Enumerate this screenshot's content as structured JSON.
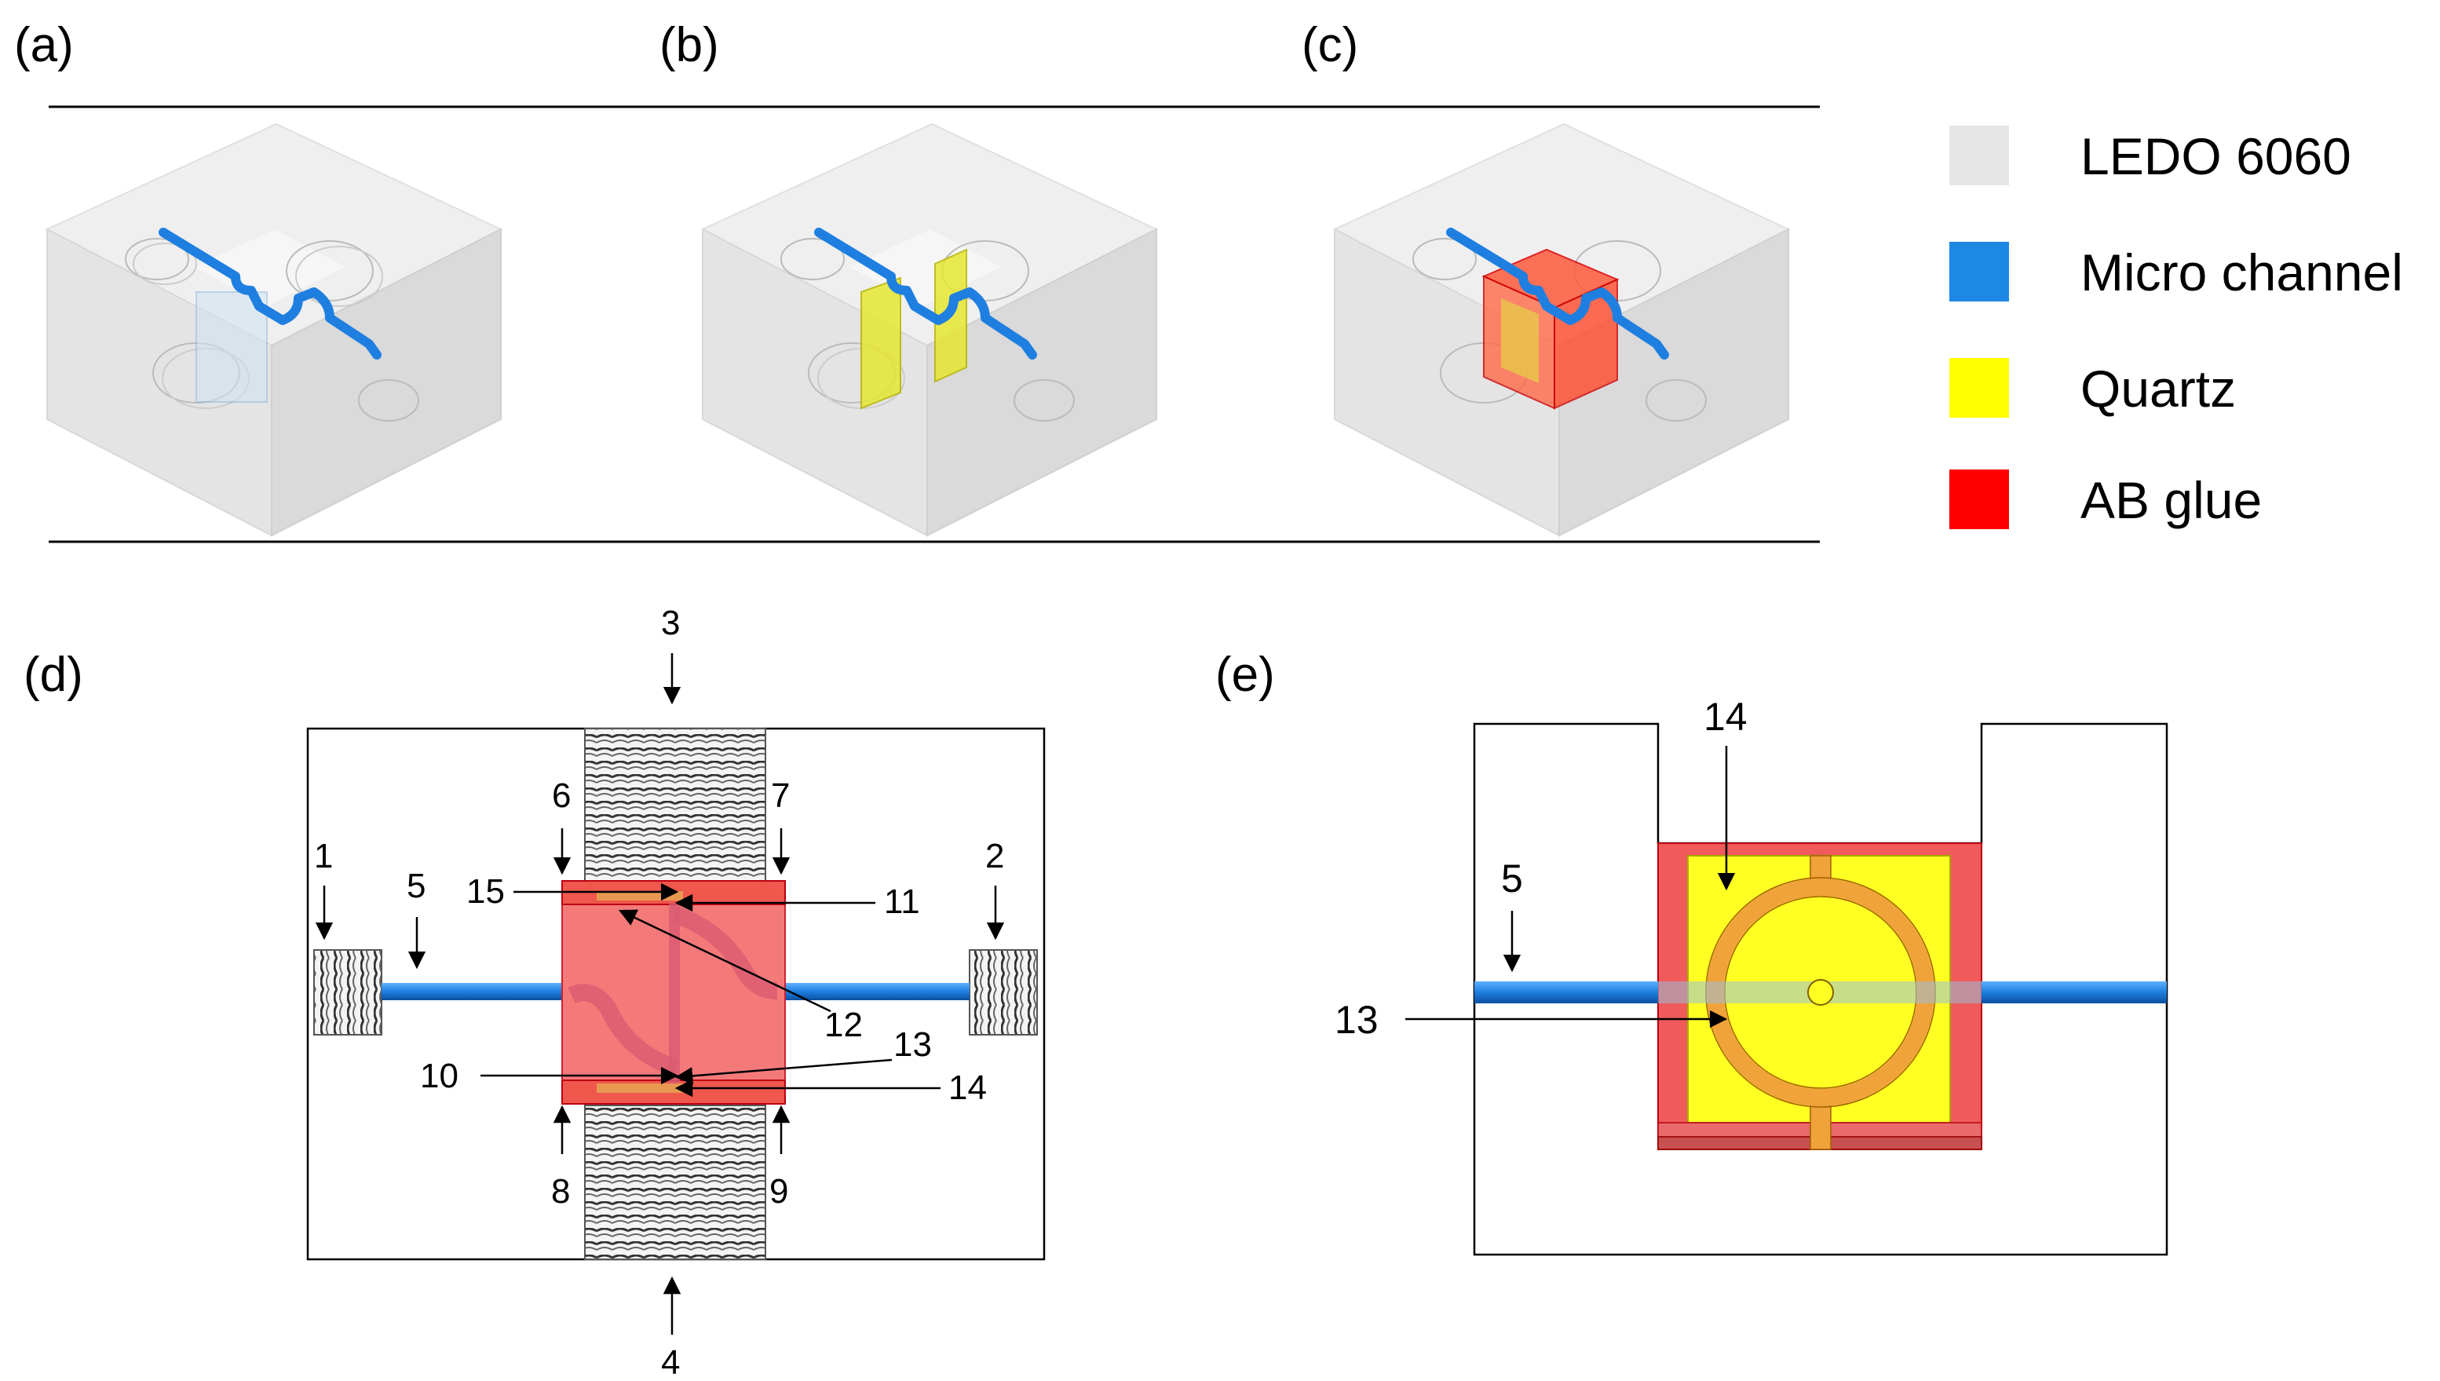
{
  "panels": {
    "a": "(a)",
    "b": "(b)",
    "c": "(c)",
    "d": "(d)",
    "e": "(e)"
  },
  "legend": [
    {
      "label": "LEDO 6060",
      "color": "#e6e6e6",
      "icon": "ledo-swatch"
    },
    {
      "label": "Micro channel",
      "color": "#1e88e5",
      "icon": "micro-channel-swatch"
    },
    {
      "label": "Quartz",
      "color": "#ffff00",
      "icon": "quartz-swatch"
    },
    {
      "label": "AB glue",
      "color": "#ff0000",
      "icon": "ab-glue-swatch"
    }
  ],
  "callouts_d": {
    "n1": "1",
    "n2": "2",
    "n3": "3",
    "n4": "4",
    "n5": "5",
    "n6": "6",
    "n7": "7",
    "n8": "8",
    "n9": "9",
    "n10": "10",
    "n11": "11",
    "n12": "12",
    "n13": "13",
    "n14": "14",
    "n15": "15"
  },
  "callouts_e": {
    "n5": "5",
    "n13": "13",
    "n14": "14"
  }
}
